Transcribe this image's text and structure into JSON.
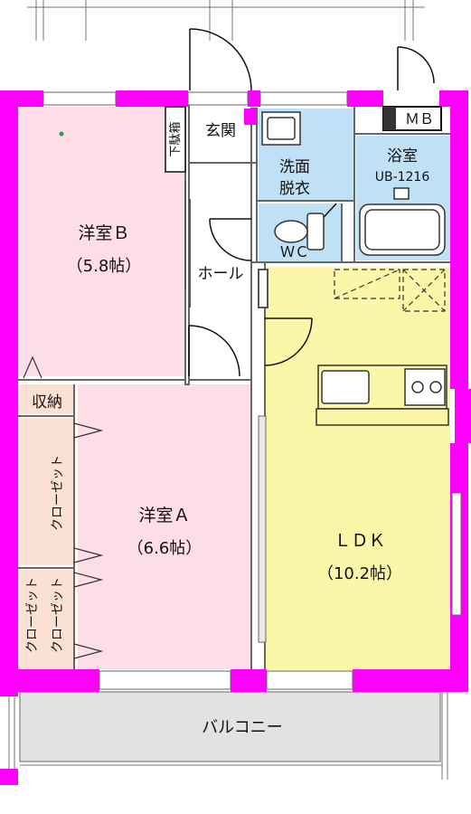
{
  "rooms": {
    "western_b": {
      "name": "洋室Ｂ",
      "size": "（5.8帖）"
    },
    "western_a": {
      "name": "洋室Ａ",
      "size": "（6.6帖）"
    },
    "ldk": {
      "name": "ＬＤＫ",
      "size": "（10.2帖）"
    },
    "storage": "収納",
    "closet_1": "クローゼット",
    "closet_2": "クローゼット",
    "closet_3": "クローゼット",
    "shoe_box": "下駄箱",
    "entrance": "玄関",
    "washroom_1": "洗面",
    "washroom_2": "脱衣",
    "bath": "浴室",
    "bath_unit": "UB-1216",
    "mb": "ＭＢ",
    "toilet": "ＷＣ",
    "hall": "ホール",
    "balcony": "バルコニー"
  },
  "colors": {
    "wall": "#ff00ff",
    "western_rooms": "#fddde6",
    "ldk": "#fcf7a8",
    "wet_area": "#bfe0f5",
    "storage": "#fbe1d3",
    "balcony": "#e2e2e2"
  }
}
